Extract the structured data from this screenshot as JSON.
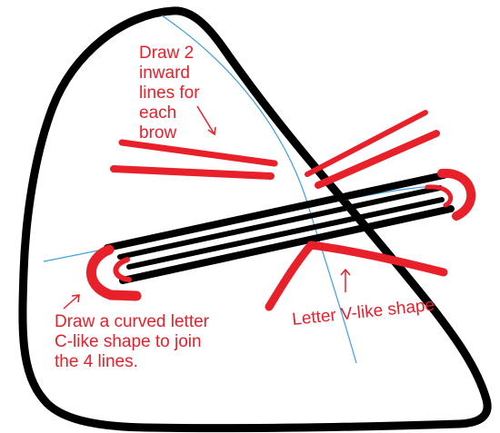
{
  "annotations": {
    "brow_note": [
      "Draw 2",
      "inward",
      "lines for",
      "each",
      "brow"
    ],
    "c_shape_note": [
      "Draw a curved letter",
      "C-like shape to join",
      "the 4 lines."
    ],
    "v_shape_note": "Letter V-like shape"
  },
  "colors": {
    "outline": "#000000",
    "guide": "#3f9ee0",
    "accent": "#e8202a",
    "background": "#ffffff"
  }
}
